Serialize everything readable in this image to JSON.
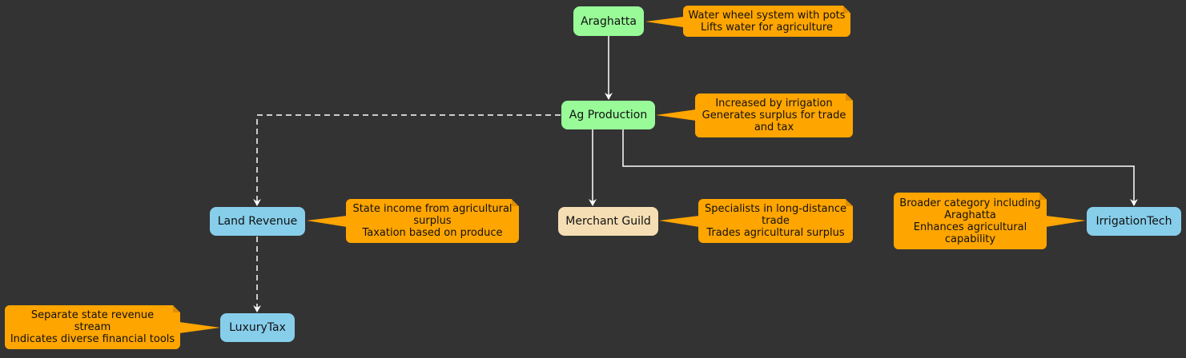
{
  "colors": {
    "background": "#333333",
    "node_green": "#98fb98",
    "node_blue": "#87ceeb",
    "node_tan": "#f5deb3",
    "note": "#ffa500",
    "edge": "#ffffff"
  },
  "nodes": {
    "araghatta": "Araghatta",
    "ag_production": "Ag Production",
    "land_revenue": "Land Revenue",
    "merchant_guild": "Merchant Guild",
    "irrigation_tech": "IrrigationTech",
    "luxury_tax": "LuxuryTax"
  },
  "notes": {
    "araghatta": [
      "Water wheel system with pots",
      "Lifts water for agriculture"
    ],
    "ag_production": [
      "Increased by irrigation",
      "Generates surplus for trade",
      "and tax"
    ],
    "land_revenue": [
      "State income from agricultural",
      "surplus",
      "Taxation based on produce"
    ],
    "merchant_guild": [
      "Specialists in long-distance",
      "trade",
      "Trades agricultural surplus"
    ],
    "irrigation_tech": [
      "Broader category including",
      "Araghatta",
      "Enhances agricultural",
      "capability"
    ],
    "luxury_tax": [
      "Separate state revenue",
      "stream",
      "Indicates diverse financial tools"
    ]
  },
  "edges": [
    {
      "from": "Araghatta",
      "to": "Ag Production",
      "style": "solid"
    },
    {
      "from": "Ag Production",
      "to": "Land Revenue",
      "style": "dashed"
    },
    {
      "from": "Ag Production",
      "to": "Merchant Guild",
      "style": "solid"
    },
    {
      "from": "Ag Production",
      "to": "IrrigationTech",
      "style": "solid"
    },
    {
      "from": "Land Revenue",
      "to": "LuxuryTax",
      "style": "dashed"
    }
  ]
}
